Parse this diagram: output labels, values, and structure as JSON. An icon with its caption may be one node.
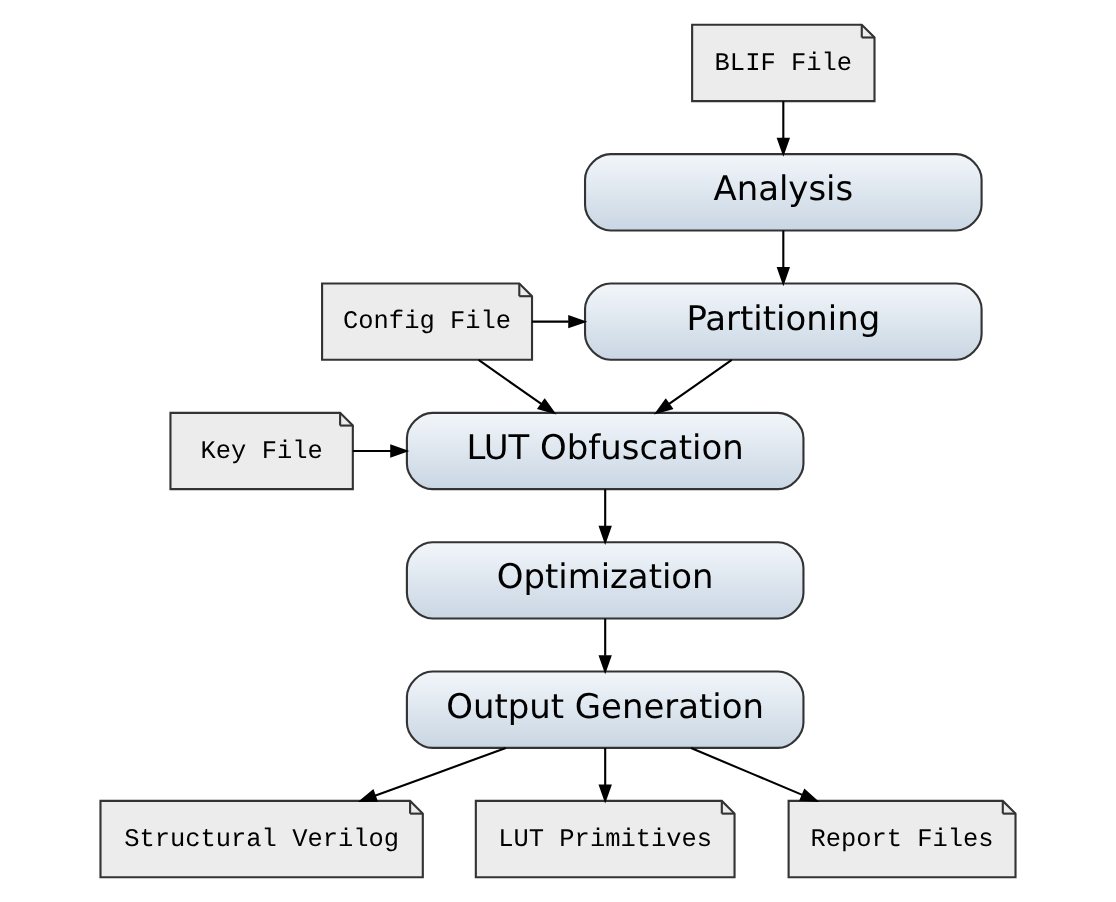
{
  "diagram": {
    "nodes": [
      {
        "text": [
          "BLIF File"
        ]
      },
      {
        "text": [
          "Analysis"
        ]
      },
      {
        "text": [
          "Partitioning"
        ]
      },
      {
        "text": [
          "LUT Obfuscation"
        ]
      },
      {
        "text": [
          "Optimization"
        ]
      },
      {
        "text": [
          "Output Generation"
        ]
      },
      {
        "text": [
          "Config File"
        ]
      },
      {
        "text": [
          "Key File"
        ]
      },
      {
        "text": [
          "Structural Verilog"
        ]
      },
      {
        "text": [
          "LUT Primitives"
        ]
      },
      {
        "text": [
          "Report Files"
        ]
      }
    ],
    "edges": [
      {
        "from": 0,
        "to": 1,
        "arrow": "to"
      },
      {
        "from": 1,
        "to": 2,
        "arrow": "to"
      },
      {
        "from": 6,
        "to": 2,
        "arrow": "to"
      },
      {
        "from": 6,
        "to": 3,
        "arrow": "to"
      },
      {
        "from": 2,
        "to": 3,
        "arrow": "to"
      },
      {
        "from": 7,
        "to": 3,
        "arrow": "to"
      },
      {
        "from": 3,
        "to": 4,
        "arrow": "to"
      },
      {
        "from": 4,
        "to": 5,
        "arrow": "to"
      },
      {
        "from": 5,
        "to": 8,
        "arrow": "to"
      },
      {
        "from": 5,
        "to": 9,
        "arrow": "to"
      },
      {
        "from": 5,
        "to": 10,
        "arrow": "to"
      }
    ]
  }
}
